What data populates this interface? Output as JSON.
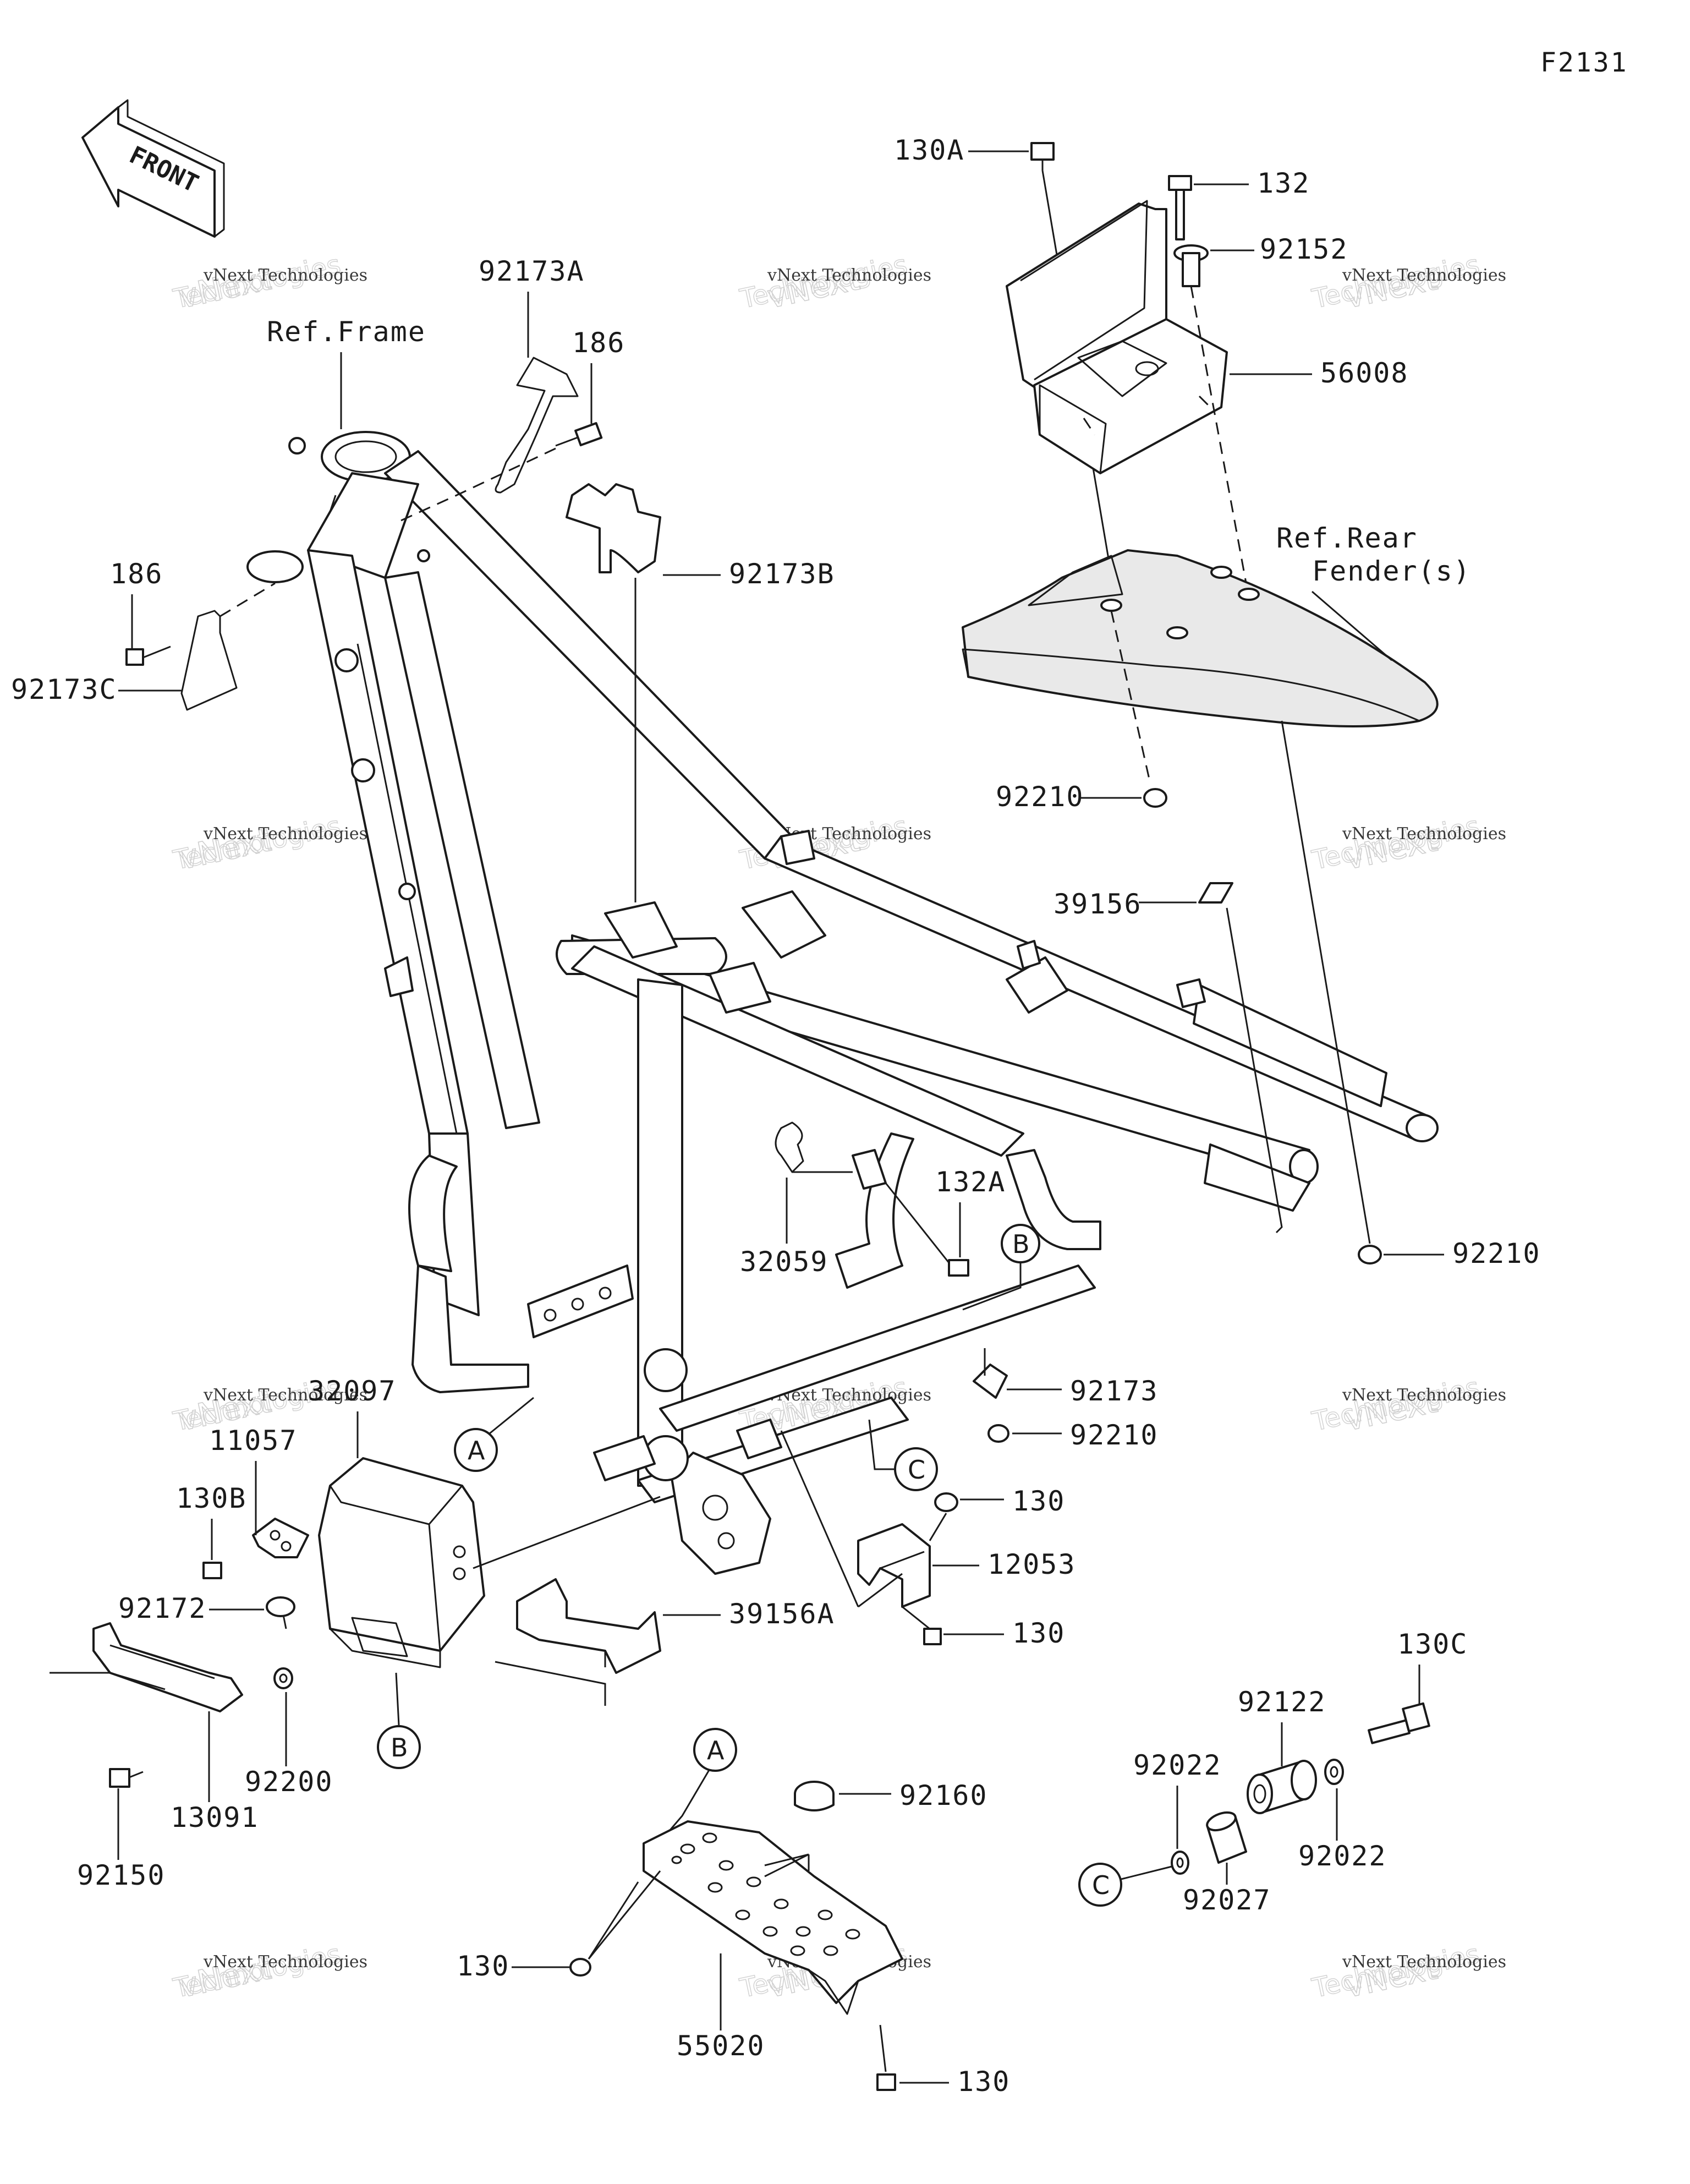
{
  "diagram_code": "F2131",
  "front_label": "FRONT",
  "watermark": {
    "line1": "vNext Technologies",
    "line2": "vNext",
    "line3": "Technologies"
  },
  "references": {
    "frame": "Ref.Frame",
    "rear_fender_line1": "Ref.Rear",
    "rear_fender_line2": "Fender(s)"
  },
  "circle_markers": {
    "a": "A",
    "b": "B",
    "c": "C"
  },
  "callouts": {
    "p130a": "130A",
    "p132": "132",
    "p92152": "92152",
    "p56008": "56008",
    "p92173a": "92173A",
    "p186_top": "186",
    "p92173b": "92173B",
    "p186_left": "186",
    "p92173c": "92173C",
    "p92210_fender": "92210",
    "p39156": "39156",
    "p132a": "132A",
    "p32059": "32059",
    "p92210_right": "92210",
    "p92173": "92173",
    "p92210_bracket": "92210",
    "p32097": "32097",
    "p11057": "11057",
    "p130b": "130B",
    "p92172": "92172",
    "p39156a": "39156A",
    "p130_upper": "130",
    "p12053": "12053",
    "p130_lower": "130",
    "p13091": "13091",
    "p92200": "92200",
    "p92150": "92150",
    "p92160": "92160",
    "p130_skid": "130",
    "p55020": "55020",
    "p130_skid_bottom": "130",
    "p130c": "130C",
    "p92122": "92122",
    "p92022_left": "92022",
    "p92022_right": "92022",
    "p92027": "92027"
  }
}
